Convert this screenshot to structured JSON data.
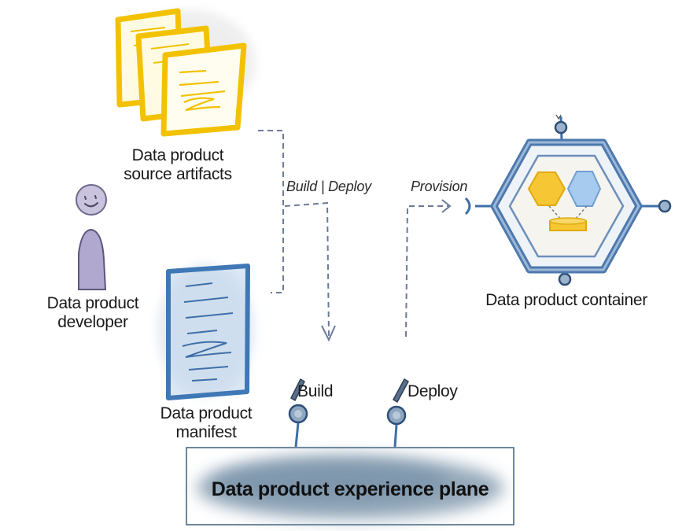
{
  "labels": {
    "source_artifacts": "Data product\nsource artifacts",
    "developer": "Data product\ndeveloper",
    "manifest": "Data product\nmanifest",
    "build_deploy": "Build | Deploy",
    "provision": "Provision",
    "container": "Data product container",
    "build": "Build",
    "deploy": "Deploy",
    "experience_plane": "Data product experience plane"
  },
  "colors": {
    "artifact_yellow": "#f2c200",
    "manifest_blue": "#3f78b5",
    "container_blue": "#3f6fa8",
    "hex_yellow": "#f6c634",
    "hex_blue": "#9cc4ec",
    "plane_fill": "#7f97ad",
    "developer_purple": "#a8a0c6",
    "arrow_gray": "#6b7a99"
  },
  "icons": [
    "document-icon",
    "person-icon",
    "hexagon-icon",
    "pen-icon",
    "port-icon"
  ]
}
